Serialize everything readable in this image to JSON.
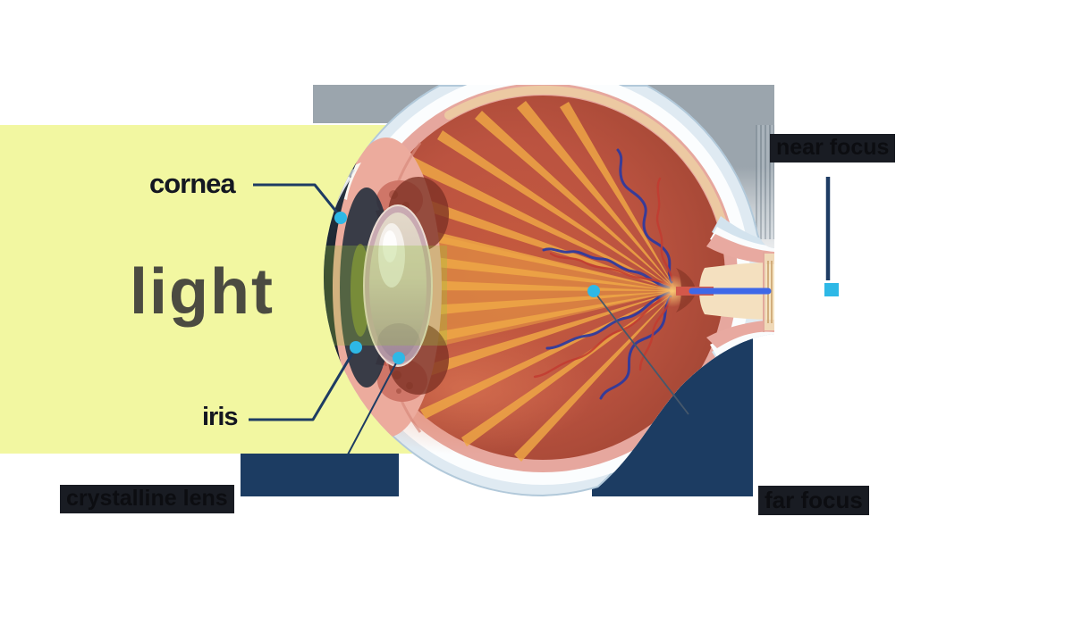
{
  "diagram": {
    "type": "human-eye-cross-section",
    "subject": "light focusing in the eye (near focus vs far focus)"
  },
  "labels": {
    "cornea": "cornea",
    "light": "light",
    "iris": "iris",
    "crystalline_lens": "crystalline lens",
    "near_focus": "near focus",
    "far_focus": "far focus"
  },
  "markers": [
    {
      "id": "cornea-marker",
      "shape": "dot"
    },
    {
      "id": "iris-marker",
      "shape": "dot"
    },
    {
      "id": "lens-marker",
      "shape": "dot"
    },
    {
      "id": "retina-focal-marker",
      "shape": "dot"
    },
    {
      "id": "near-focus-marker",
      "shape": "square"
    }
  ],
  "colors": {
    "background": "#ffffff",
    "light_panel_yellow": "#f2f7a1",
    "answer_box_navy": "#1c3c62",
    "marker_cyan": "#2eb8e6",
    "pointer_line_navy": "#1e3c63",
    "backdrop_gray": "#9ba5ad",
    "label_text": "#141721",
    "light_text": "#4b4b41",
    "chip_background": "#191c23",
    "chip_text": "#0c0d11",
    "eye_interior_red": "#bb5340",
    "ray_orange": "#efa845",
    "optic_axis_blue": "#3e68e8"
  }
}
